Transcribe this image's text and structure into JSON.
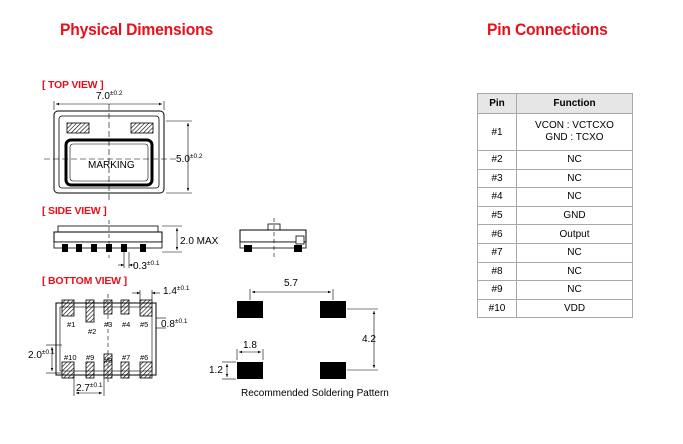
{
  "headings": {
    "physical_dimensions": "Physical Dimensions",
    "pin_connections": "Pin Connections"
  },
  "views": {
    "top": "[ TOP VIEW ]",
    "side": "[ SIDE VIEW ]",
    "bottom": "[ BOTTOM VIEW ]"
  },
  "top_view": {
    "width": "7.0",
    "width_tol": "±0.2",
    "height": "5.0",
    "height_tol": "±0.2",
    "marking": "MARKING"
  },
  "side_view": {
    "max_height": "2.0 MAX",
    "pad_height": "0.3",
    "pad_height_tol": "±0.1"
  },
  "bottom_view": {
    "pad_pitch": "1.4",
    "pad_pitch_tol": "±0.1",
    "pad_width": "0.8",
    "pad_width_tol": "±0.1",
    "pad_length": "2.0",
    "pad_length_tol": "±0.1",
    "pad_span": "2.7",
    "pad_span_tol": "±0.1",
    "pin_labels_top": [
      "#1",
      "#2",
      "#3",
      "#4",
      "#5"
    ],
    "pin_labels_bottom": [
      "#10",
      "#9",
      "#8",
      "#7",
      "#6"
    ]
  },
  "soldering": {
    "width": "5.7",
    "height": "4.2",
    "pad_w": "1.8",
    "pad_h": "1.2",
    "caption": "Recommended Soldering Pattern"
  },
  "pin_table": {
    "headers": [
      "Pin",
      "Function"
    ],
    "rows": [
      {
        "pin": "#1",
        "function_a": "VCON : VCTCXO",
        "function_b": "GND : TCXO"
      },
      {
        "pin": "#2",
        "function": "NC"
      },
      {
        "pin": "#3",
        "function": "NC"
      },
      {
        "pin": "#4",
        "function": "NC"
      },
      {
        "pin": "#5",
        "function": "GND"
      },
      {
        "pin": "#6",
        "function": "Output"
      },
      {
        "pin": "#7",
        "function": "NC"
      },
      {
        "pin": "#8",
        "function": "NC"
      },
      {
        "pin": "#9",
        "function": "NC"
      },
      {
        "pin": "#10",
        "function": "VDD"
      }
    ]
  }
}
